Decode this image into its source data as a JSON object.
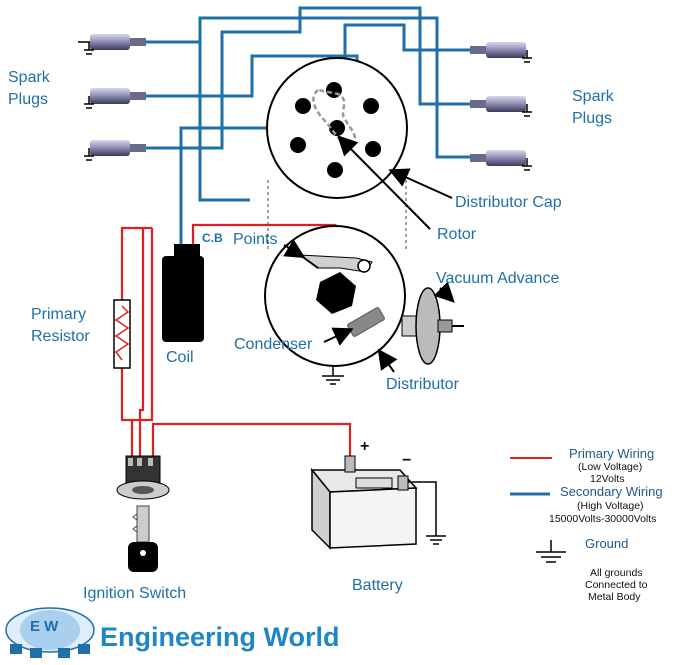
{
  "labels": {
    "spark_plugs_left_1": "Spark",
    "spark_plugs_left_2": "Plugs",
    "spark_plugs_right_1": "Spark",
    "spark_plugs_right_2": "Plugs",
    "distributor_cap": "Distributor Cap",
    "rotor": "Rotor",
    "cb": "C.B",
    "points": "Points",
    "vacuum_advance": "Vacuum Advance",
    "primary_resistor_1": "Primary",
    "primary_resistor_2": "Resistor",
    "coil": "Coil",
    "condenser": "Condenser",
    "distributor": "Distributor",
    "ignition_switch": "Ignition Switch",
    "battery": "Battery",
    "plus": "+",
    "minus": "−"
  },
  "legend": {
    "primary_title": "Primary Wiring",
    "primary_sub1": "(Low Voltage)",
    "primary_sub2": "12Volts",
    "secondary_title": "Secondary Wiring",
    "secondary_sub1": "(High Voltage)",
    "secondary_sub2": "15000Volts-30000Volts",
    "ground_title": "Ground",
    "ground_sub1": "All grounds",
    "ground_sub2": "Connected to",
    "ground_sub3": "Metal Body"
  },
  "brand": {
    "name": "Engineering World",
    "logo_text": "E W"
  },
  "colors": {
    "primary_wire": "#e02020",
    "secondary_wire": "#1f6fa8",
    "label_text": "#1f6fa8",
    "brand_text": "#1f86c8"
  }
}
